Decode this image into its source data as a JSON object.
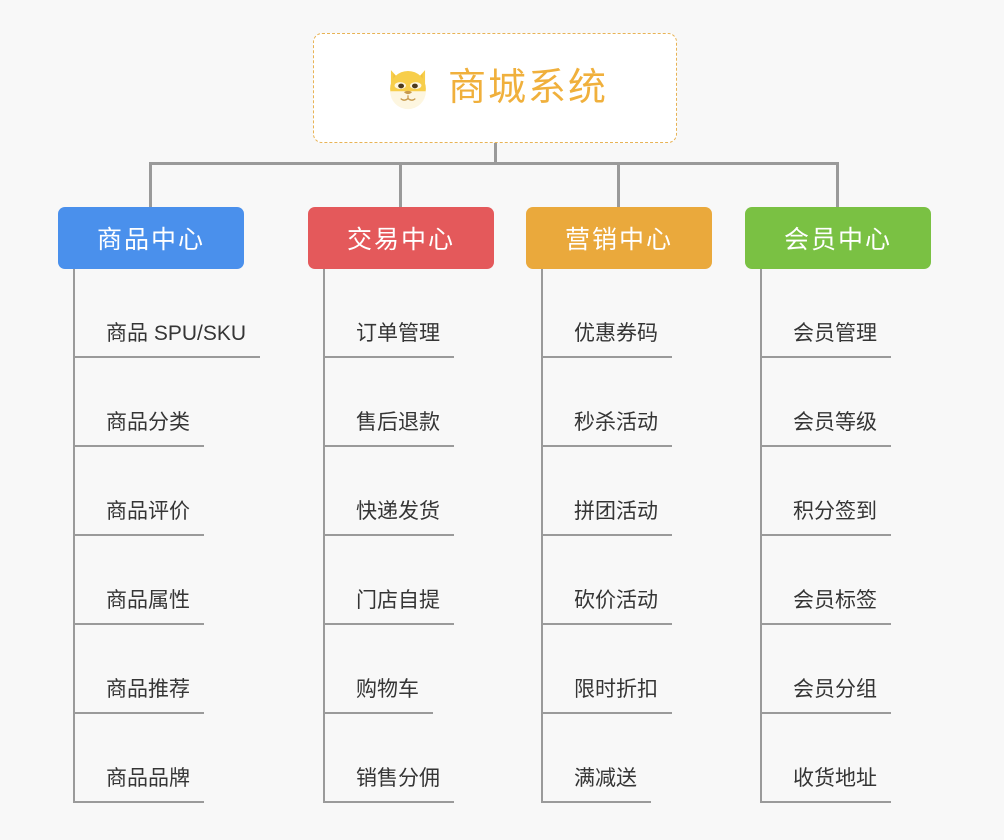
{
  "root": {
    "title": "商城系统",
    "icon": "shiba-dog-face-icon",
    "border_color": "#e8b355",
    "text_color": "#f0b03c"
  },
  "connector": {
    "color": "#9a9a9a"
  },
  "columns": [
    {
      "id": "product-center",
      "title": "商品中心",
      "color": "#4a90ec",
      "items": [
        "商品 SPU/SKU",
        "商品分类",
        "商品评价",
        "商品属性",
        "商品推荐",
        "商品品牌"
      ]
    },
    {
      "id": "trade-center",
      "title": "交易中心",
      "color": "#e4595b",
      "items": [
        "订单管理",
        "售后退款",
        "快递发货",
        "门店自提",
        "购物车",
        "销售分佣"
      ]
    },
    {
      "id": "marketing-center",
      "title": "营销中心",
      "color": "#eaa93c",
      "items": [
        "优惠券码",
        "秒杀活动",
        "拼团活动",
        "砍价活动",
        "限时折扣",
        "满减送"
      ]
    },
    {
      "id": "member-center",
      "title": "会员中心",
      "color": "#7ac143",
      "items": [
        "会员管理",
        "会员等级",
        "积分签到",
        "会员标签",
        "会员分组",
        "收货地址"
      ]
    }
  ]
}
